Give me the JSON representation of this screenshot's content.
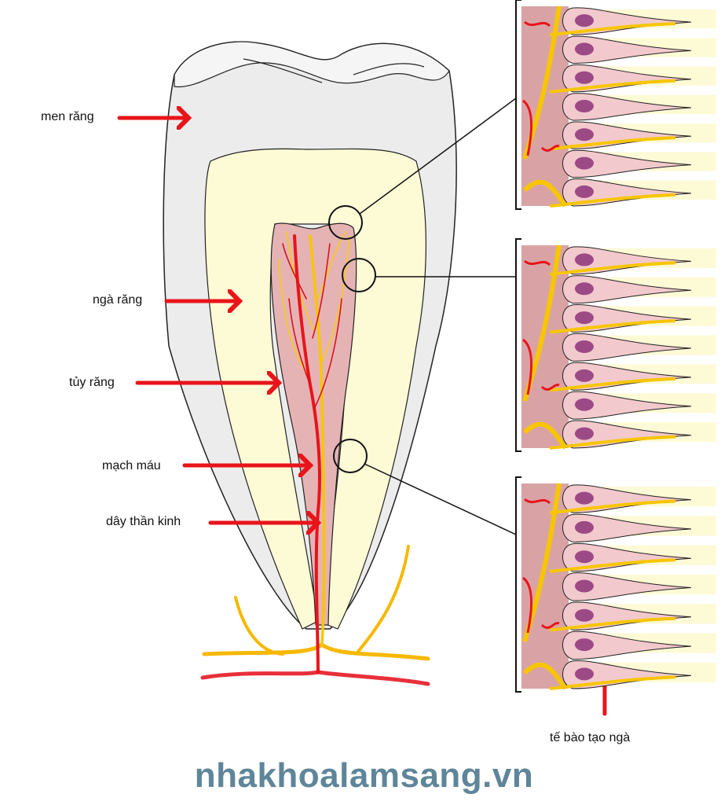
{
  "labels": {
    "enamel": "men răng",
    "dentin": "ngà răng",
    "pulp": "tủy răng",
    "blood_vessel": "mạch máu",
    "nerve": "dây thần kinh",
    "odontoblast": "tế bào tạo ngà"
  },
  "watermark": "nhakhoalamsang.vn",
  "colors": {
    "arrow": "#e8141a",
    "enamel": "#ececec",
    "dentin": "#fdfad6",
    "pulp": "#e6b3b5",
    "nerve": "#f7c600",
    "vessel": "#e8141a",
    "cell": "#f2c9cc",
    "nucleus": "#9c4a86",
    "watermark": "#5f8599"
  }
}
